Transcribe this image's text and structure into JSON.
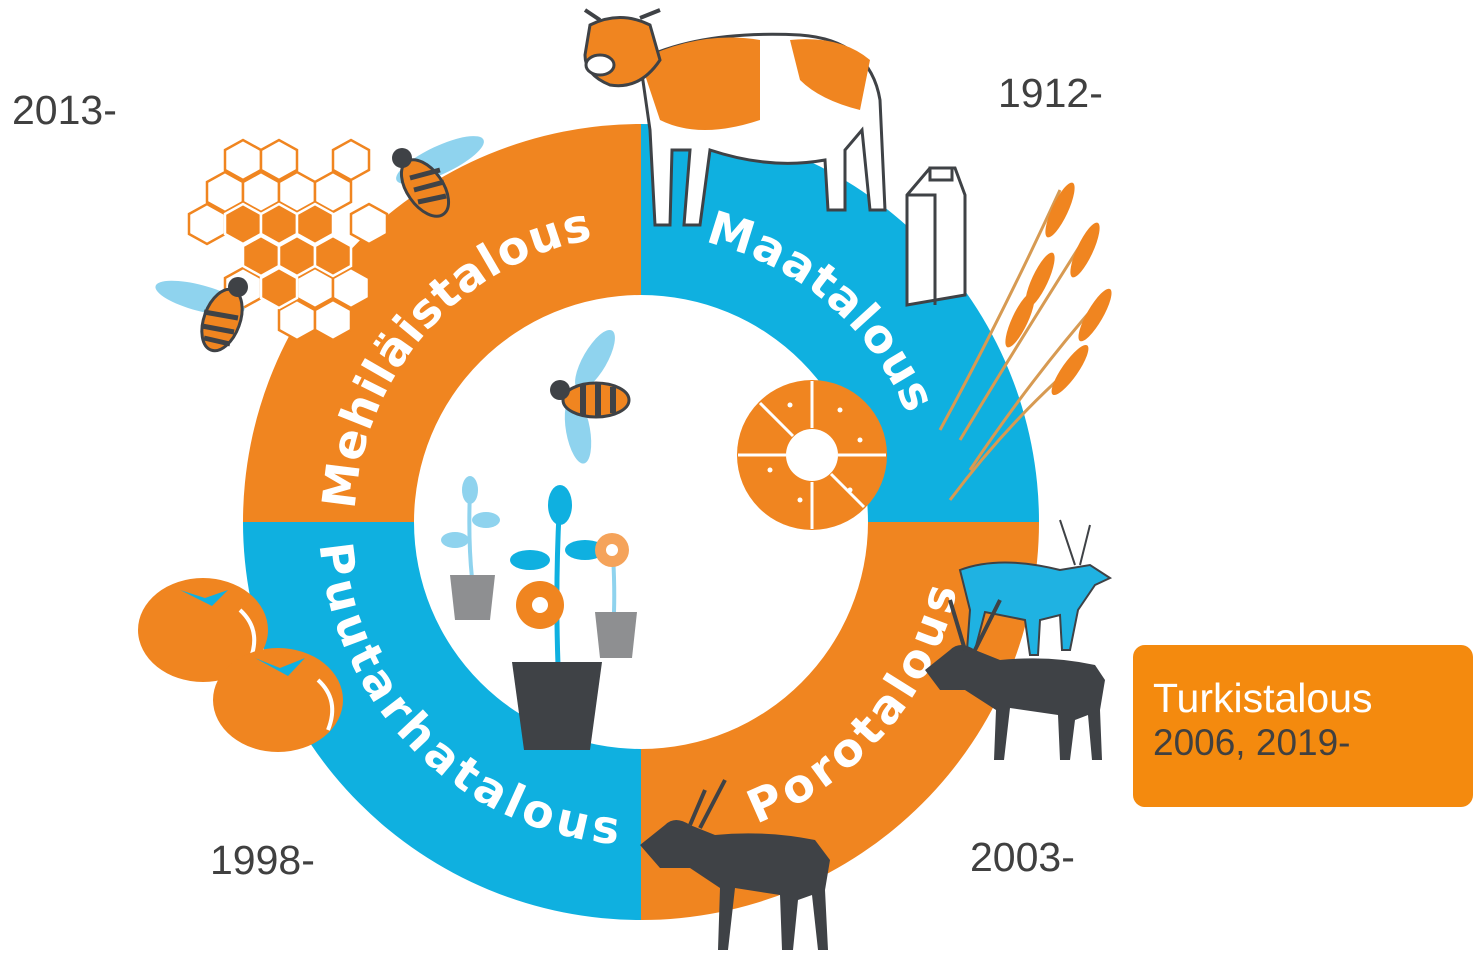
{
  "colors": {
    "orange": "#f08520",
    "blue": "#0fb0e0",
    "dark": "#3f4246",
    "callout": "#f48a0e",
    "light_blue": "#8fd3ee"
  },
  "sectors": [
    {
      "name": "Mehiläistalous",
      "year": "2013-",
      "icon": "bee-honeycomb"
    },
    {
      "name": "Maatalous",
      "year": "1912-",
      "icon": "cow-milk-wheat"
    },
    {
      "name": "Puutarhatalous",
      "year": "1998-",
      "icon": "tomatoes"
    },
    {
      "name": "Porotalous",
      "year": "2003-",
      "icon": "reindeer"
    }
  ],
  "callout": {
    "title": "Turkistalous",
    "years": "2006, 2019-"
  },
  "center_icons": [
    "bee-icon",
    "bread-ring-icon",
    "flower-pots-icon"
  ]
}
